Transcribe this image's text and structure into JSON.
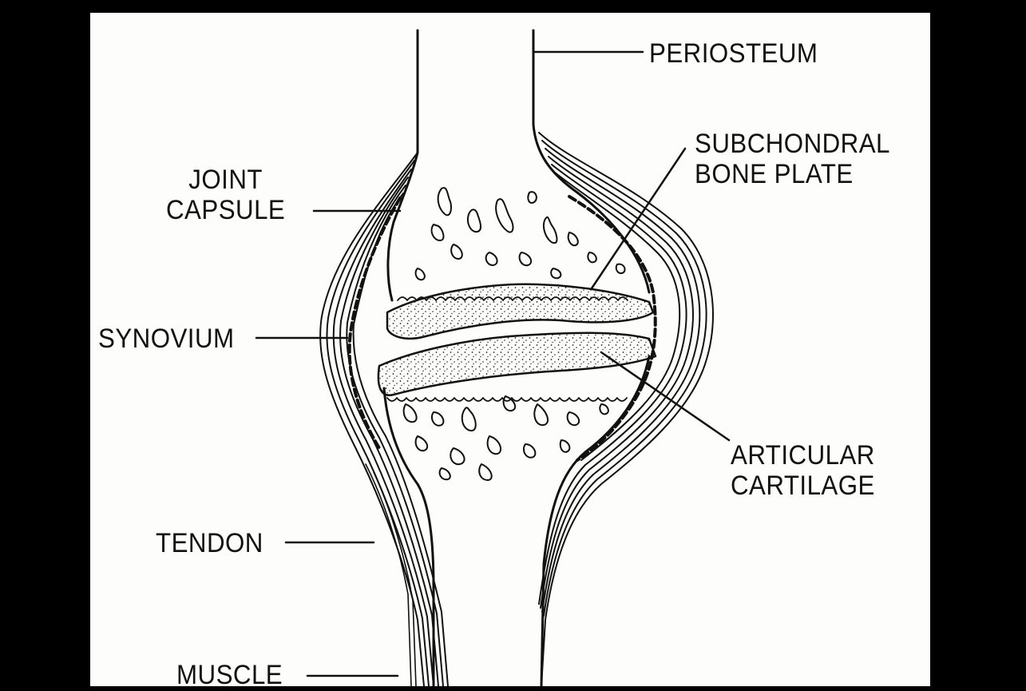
{
  "colors": {
    "background": "#000000",
    "paper": "#fdfdfb",
    "ink": "#111111"
  },
  "labels": {
    "periosteum": "PERIOSTEUM",
    "subchondral_bone_plate": "SUBCHONDRAL\nBONE PLATE",
    "joint_capsule": "JOINT\nCAPSULE",
    "synovium": "SYNOVIUM",
    "articular_cartilage": "ARTICULAR\nCARTILAGE",
    "tendon": "TENDON",
    "muscle": "MUSCLE"
  }
}
